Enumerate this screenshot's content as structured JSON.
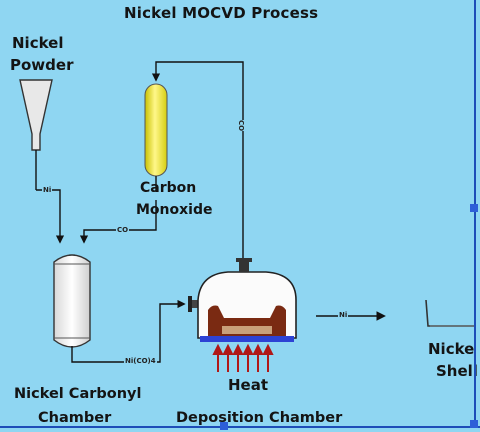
{
  "title": "Nickel MOCVD Process",
  "labels": {
    "nickel_powder": [
      "Nickel",
      "Powder"
    ],
    "carbon_monoxide": [
      "Carbon",
      "Monoxide"
    ],
    "nickel_carbonyl_chamber": [
      "Nickel Carbonyl",
      "Chamber"
    ],
    "heat": "Heat",
    "deposition_chamber": "Deposition Chamber",
    "nickel_shell": [
      "Nicke",
      "Shell"
    ]
  },
  "flow_tags": {
    "ni_feed": "Ni",
    "co_feed": "CO",
    "co_return": "CO",
    "ni_co4": "Ni(CO)4",
    "ni_out": "Ni"
  },
  "colors": {
    "background": "#8fd6f2",
    "co_tank": "#f4ee4a",
    "chamber_interior": "#7a2a12",
    "heater_plate": "#2d42d4",
    "heat_arrows": "#b01818",
    "frame_border": "#1e4db8"
  }
}
